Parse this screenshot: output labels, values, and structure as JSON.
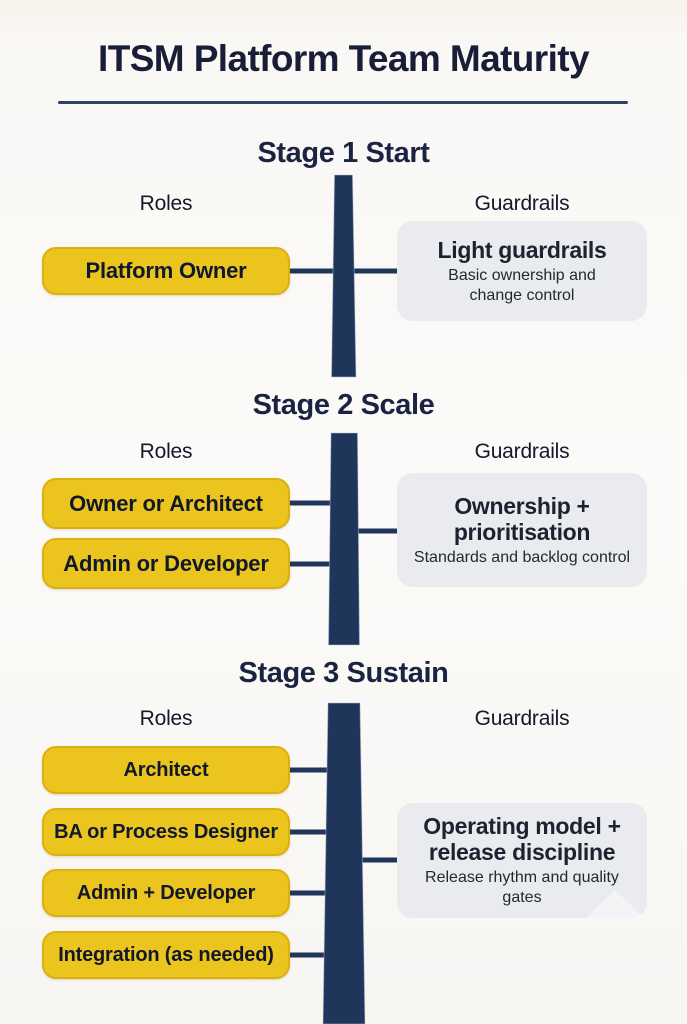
{
  "title": "ITSM Platform Team Maturity",
  "stages": [
    {
      "heading": "Stage 1 Start",
      "roles_label": "Roles",
      "guardrails_label": "Guardrails",
      "roles": [
        "Platform Owner"
      ],
      "guardrail": {
        "title": "Light guardrails",
        "subtitle": "Basic ownership and change control"
      }
    },
    {
      "heading": "Stage 2 Scale",
      "roles_label": "Roles",
      "guardrails_label": "Guardrails",
      "roles": [
        "Owner or Architect",
        "Admin or Developer"
      ],
      "guardrail": {
        "title": "Ownership + prioritisation",
        "subtitle": "Standards and backlog control"
      }
    },
    {
      "heading": "Stage 3 Sustain",
      "roles_label": "Roles",
      "guardrails_label": "Guardrails",
      "roles": [
        "Architect",
        "BA or Process Designer",
        "Admin + Developer",
        "Integration (as needed)"
      ],
      "guardrail": {
        "title": "Operating model + release discipline",
        "subtitle": "Release rhythm and quality gates"
      }
    }
  ],
  "colors": {
    "accent_yellow": "#ecc41e",
    "timeline_navy": "#20355a",
    "title_navy": "#191d38",
    "guardrail_box_gray": "#e9ebee",
    "background": "#fbfaf8"
  }
}
